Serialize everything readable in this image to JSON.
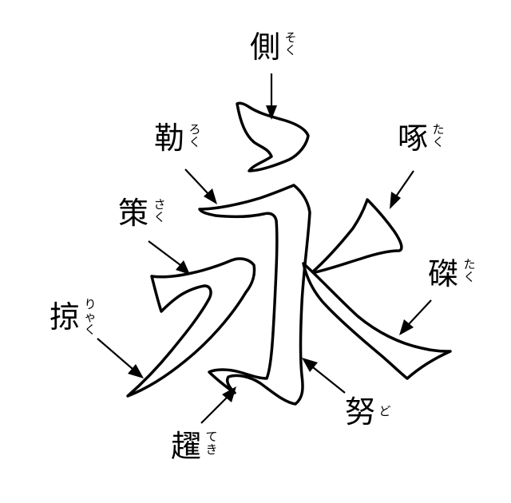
{
  "labels": [
    {
      "id": "soku",
      "kanji": "側",
      "reading": [
        "そ",
        "く"
      ]
    },
    {
      "id": "roku",
      "kanji": "勒",
      "reading": [
        "ろ",
        "く"
      ]
    },
    {
      "id": "taku",
      "kanji": "啄",
      "reading": [
        "た",
        "く"
      ]
    },
    {
      "id": "saku",
      "kanji": "策",
      "reading": [
        "さ",
        "く"
      ]
    },
    {
      "id": "taku2",
      "kanji": "磔",
      "reading": [
        "た",
        "く"
      ]
    },
    {
      "id": "ryaku",
      "kanji": "掠",
      "reading": [
        "り",
        "ゃ",
        "く"
      ]
    },
    {
      "id": "do",
      "kanji": "努",
      "reading": [
        "ど"
      ]
    },
    {
      "id": "teki",
      "kanji": "趯",
      "reading": [
        "て",
        "き"
      ]
    }
  ],
  "colors": {
    "ink": "#000000",
    "paper": "#ffffff"
  }
}
